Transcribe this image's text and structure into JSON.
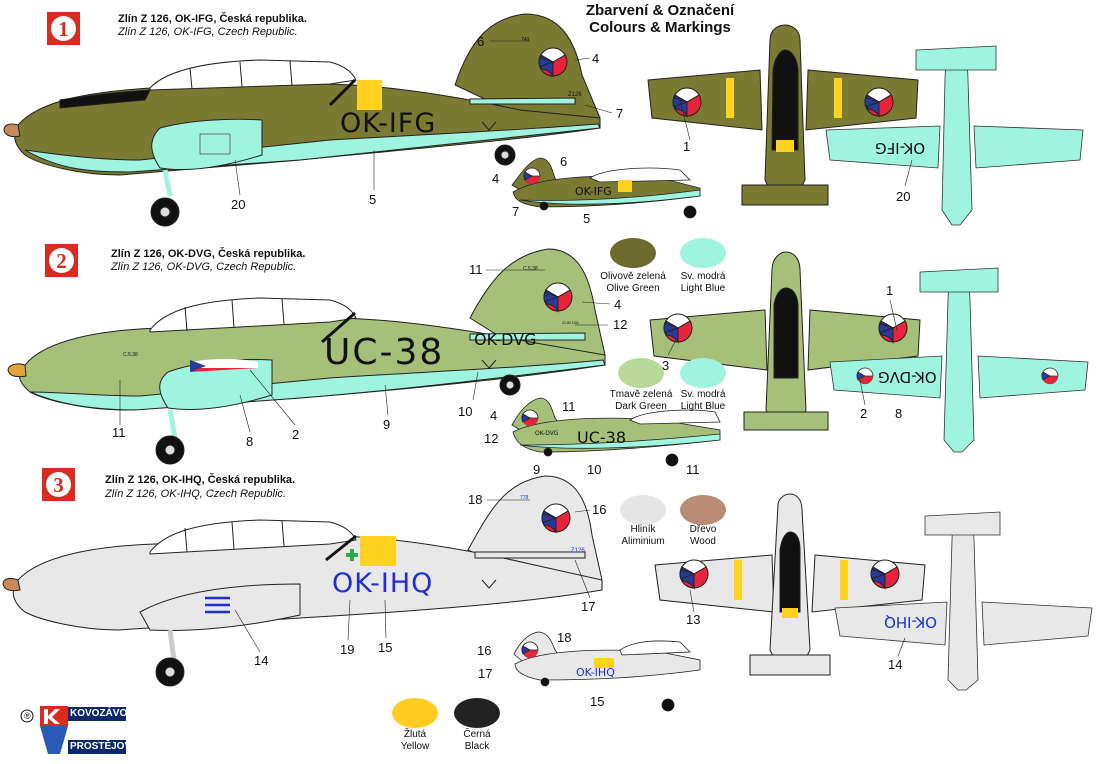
{
  "header": {
    "title_cs": "Zbarvení & Označení",
    "title_en": "Colours & Markings"
  },
  "variants": [
    {
      "badge": "1",
      "caption_cs": "Zlín Z 126, OK-IFG, Česká republika.",
      "caption_en": "Zlín Z 126, OK-IFG, Czech Republic.",
      "registration": "OK-IFG",
      "registration_small": "OK-IFG",
      "registration_wing": "OK-IFG",
      "fin_text": "Z126",
      "fin_serial": "749"
    },
    {
      "badge": "2",
      "caption_cs": "Zlín Z 126, OK-DVG, Česká republika.",
      "caption_en": "Zlín Z 126, OK-DVG, Czech Republic.",
      "registration": "OK-DVG",
      "registration_small": "OK-DVG",
      "registration_wing": "OK-DVG",
      "code": "UC-38",
      "code_small": "UC-38",
      "fin_serial": "C.5.38",
      "fin_text": "ZLIN 126",
      "fuselage_serial": "C.5.38"
    },
    {
      "badge": "3",
      "caption_cs": "Zlín Z 126, OK-IHQ, Česká republika.",
      "caption_en": "Zlín Z 126, OK-IHQ, Czech Republic.",
      "registration": "OK-IHQ",
      "registration_small": "OK-IHQ",
      "registration_wing": "OK-IHQ",
      "fin_text": "Z126",
      "fin_serial": "778"
    }
  ],
  "callouts": {
    "v1": [
      "6",
      "4",
      "7",
      "1",
      "20",
      "5",
      "4",
      "6",
      "7",
      "5"
    ],
    "v2": [
      "11",
      "4",
      "12",
      "1",
      "3",
      "9",
      "10",
      "11",
      "8",
      "2",
      "4",
      "11",
      "12",
      "9",
      "10",
      "11",
      "2",
      "8"
    ],
    "v3": [
      "18",
      "16",
      "17",
      "13",
      "19",
      "15",
      "14",
      "14",
      "16",
      "18",
      "17",
      "15"
    ]
  },
  "swatches": [
    {
      "name_cs": "Olivově zelená",
      "name_en": "Olive Green",
      "color": "#6c6a2f"
    },
    {
      "name_cs": "Sv. modrá",
      "name_en": "Light Blue",
      "color": "#9ff4df"
    },
    {
      "name_cs": "Tmavě zelená",
      "name_en": "Dark Green",
      "color": "#b8d99a"
    },
    {
      "name_cs": "Sv. modrá",
      "name_en": "Light Blue",
      "color": "#9ff4df"
    },
    {
      "name_cs": "Hliník",
      "name_en": "Aliminium",
      "color": "#e6e6e6"
    },
    {
      "name_cs": "Dřevo",
      "name_en": "Wood",
      "color": "#b98a74"
    },
    {
      "name_cs": "Žlutá",
      "name_en": "Yellow",
      "color": "#ffcc22"
    },
    {
      "name_cs": "Černá",
      "name_en": "Black",
      "color": "#222222"
    }
  ],
  "logo": {
    "line1": "KOVOZÁVODY",
    "line2": "PROSTĚJOV",
    "registered": "®"
  },
  "colors": {
    "olive": "#7b7a33",
    "light_blue": "#9ff4df",
    "green": "#a6c07a",
    "silver": "#e8e8e8",
    "badge_red": "#d92b1f",
    "roundel_red": "#e8243a",
    "roundel_blue": "#2a3a9a",
    "yellow": "#ffd21f",
    "reg_blue": "#1f2fd6"
  }
}
